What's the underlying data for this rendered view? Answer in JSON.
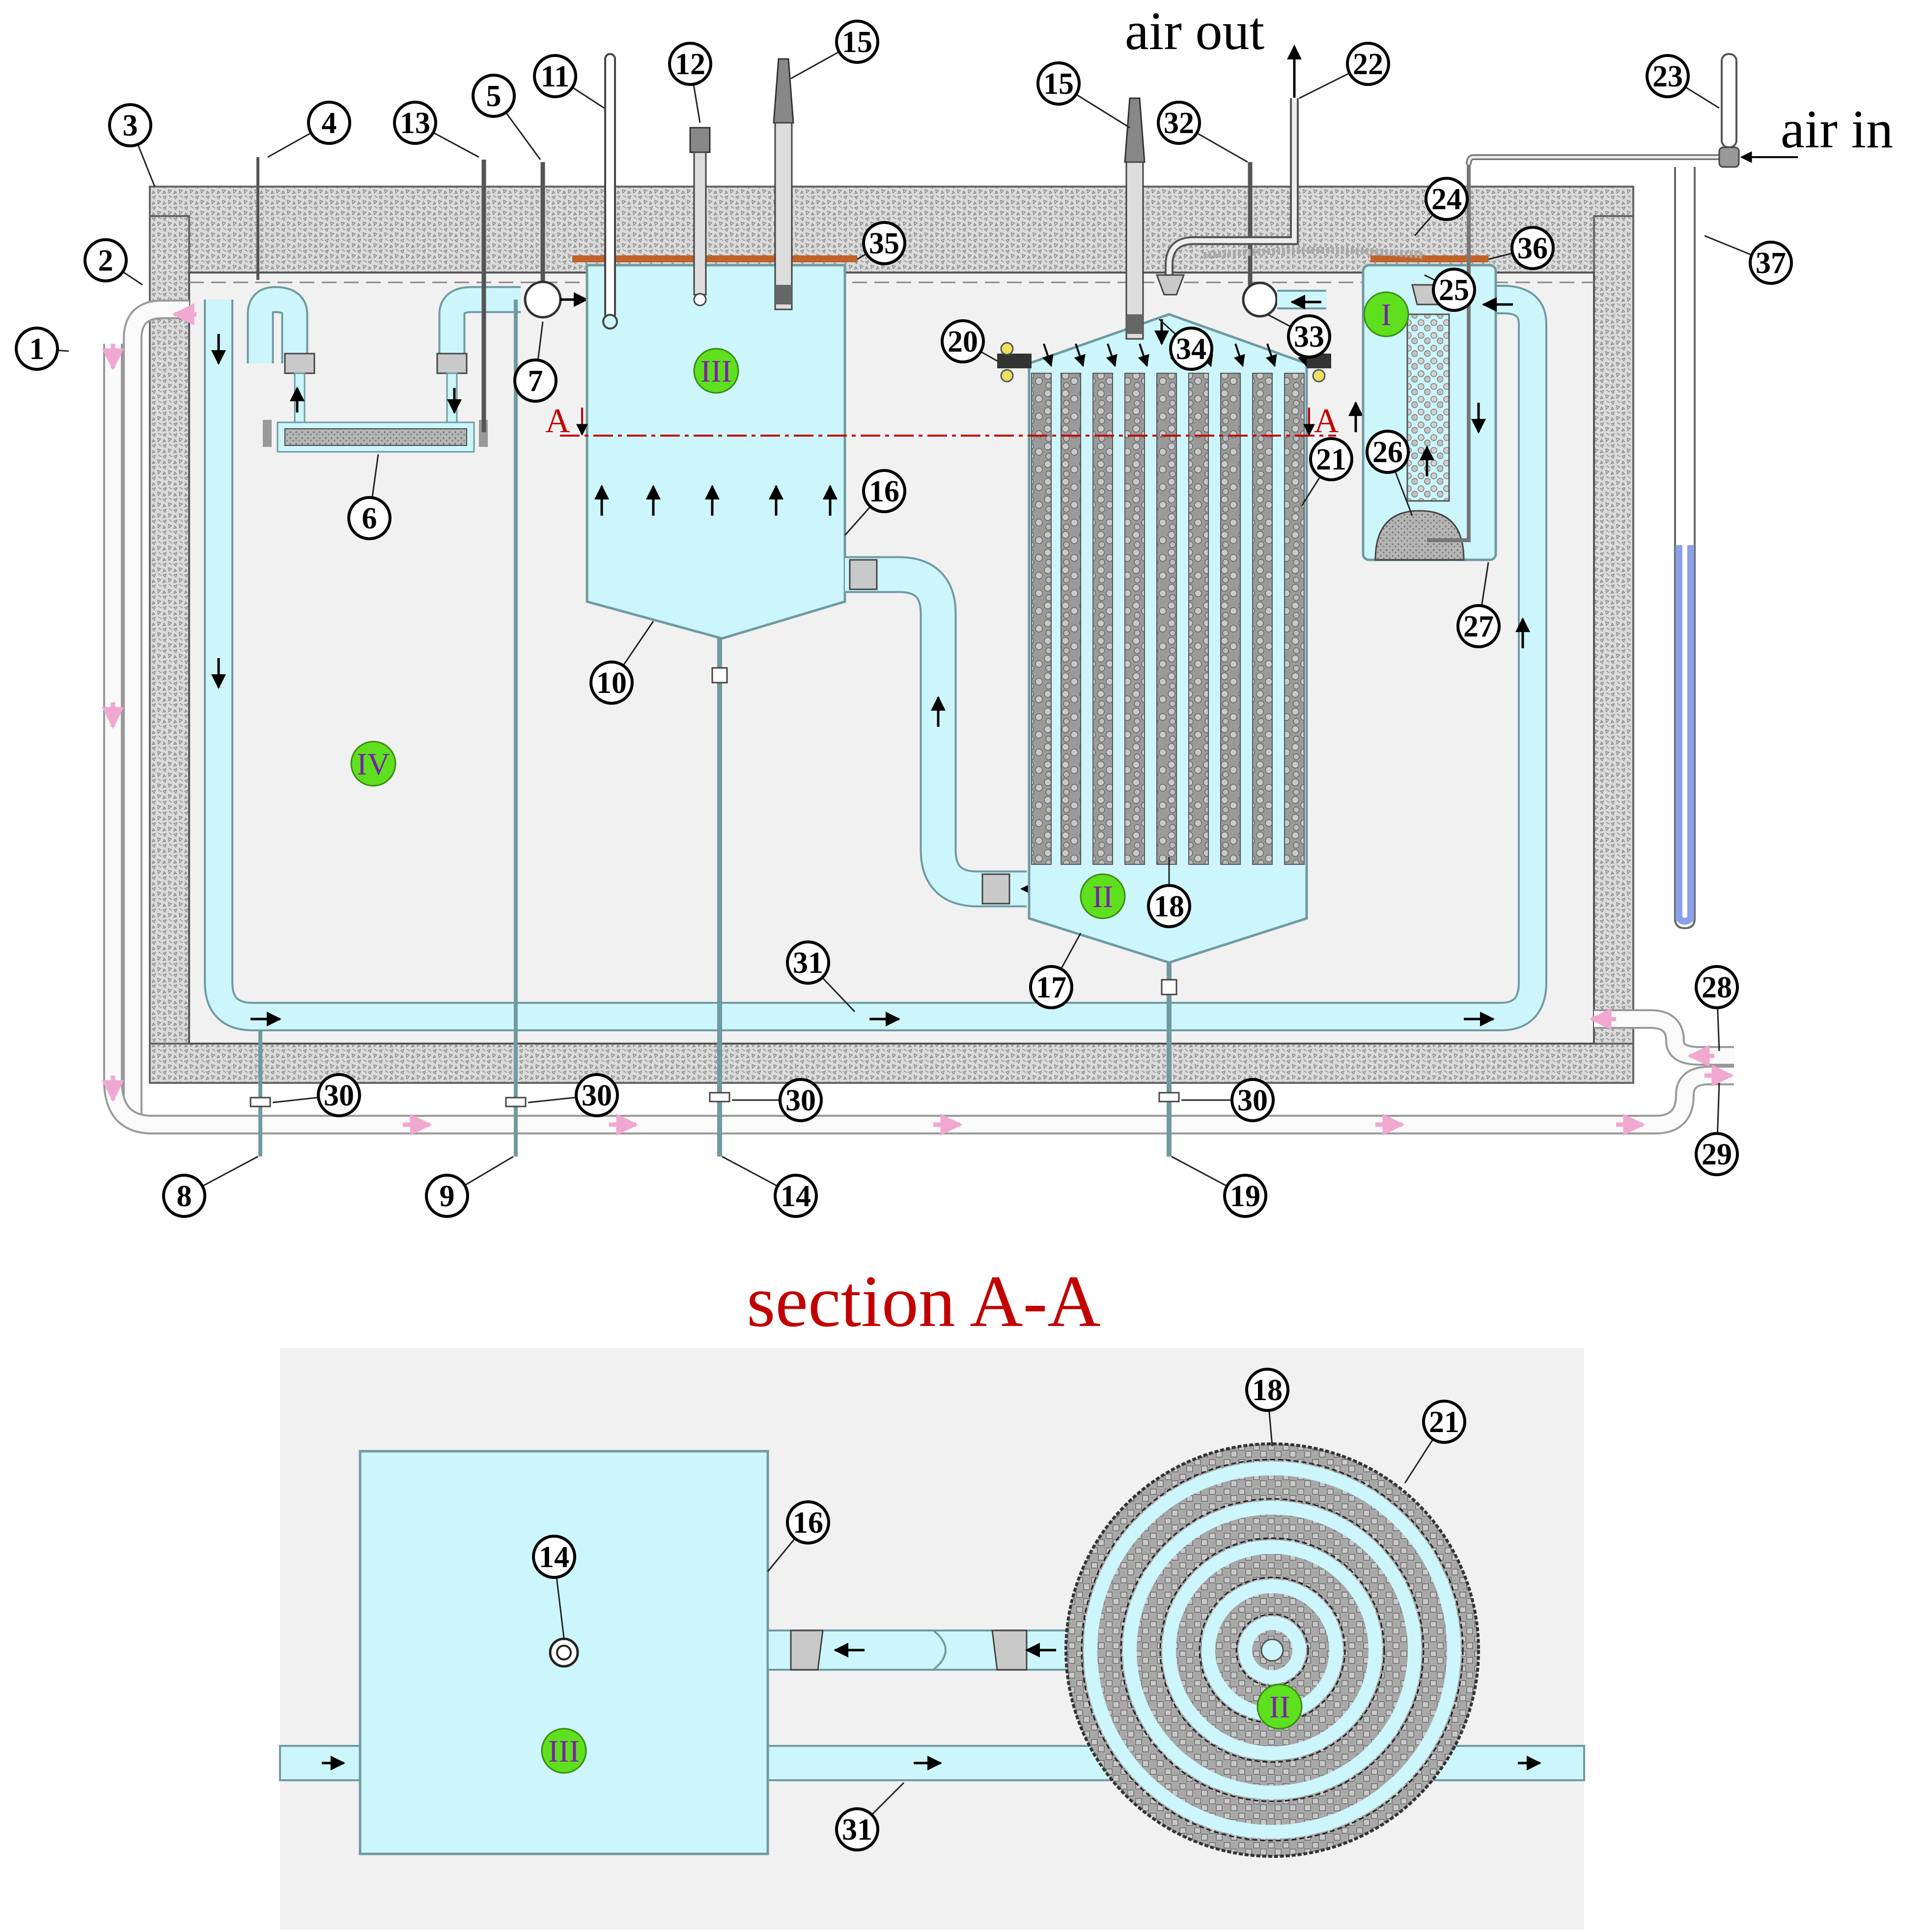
{
  "colors": {
    "water": "#ccf6fb",
    "tank_outline": "#6f9aa0",
    "insulation": "#d7d7d7",
    "tank_area": "#f1f1f1",
    "zone_badge": "#5ee01e",
    "zone_text": "#7a1fa8",
    "section_title": "#c20000",
    "section_line": "#c20000",
    "lid": "#c0622a",
    "manometer_liquid": "#8aa0e8",
    "heating_arrow": "#f0a8d0"
  },
  "labels": {
    "air_out": "air out",
    "air_in": "air in",
    "section_title": "section A-A",
    "section_mark": "A"
  },
  "zones": [
    "I",
    "II",
    "III",
    "IV"
  ],
  "callouts_top": [
    "1",
    "2",
    "3",
    "4",
    "5",
    "6",
    "7",
    "8",
    "9",
    "10",
    "11",
    "12",
    "13",
    "14",
    "15",
    "15",
    "16",
    "17",
    "18",
    "19",
    "20",
    "21",
    "22",
    "23",
    "24",
    "25",
    "26",
    "27",
    "28",
    "29",
    "30",
    "30",
    "30",
    "30",
    "31",
    "32",
    "33",
    "34",
    "35",
    "36",
    "37"
  ],
  "callouts_bottom": [
    "14",
    "16",
    "18",
    "21",
    "31"
  ],
  "icons": [
    "flow-arrow-icon",
    "heating-flow-arrow-icon",
    "valve-icon",
    "thermometer-icon",
    "electrode-icon"
  ]
}
